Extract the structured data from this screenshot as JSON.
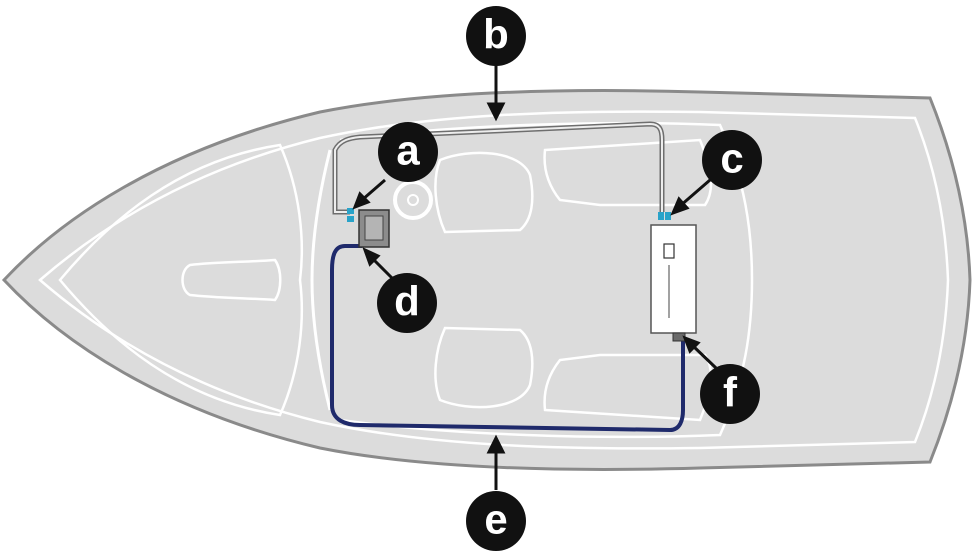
{
  "diagram": {
    "callouts": {
      "a": "a",
      "b": "b",
      "c": "c",
      "d": "d",
      "e": "e",
      "f": "f"
    },
    "colors": {
      "hull_fill": "#dcdcdc",
      "hull_stroke": "#8a8a8a",
      "interior_stroke": "#ffffff",
      "gray_cable": "#6e6e6e",
      "blue_cable": "#1f2a6b",
      "connector_blue": "#29a3c9",
      "callout_fill": "#111111",
      "callout_text": "#ffffff"
    }
  }
}
